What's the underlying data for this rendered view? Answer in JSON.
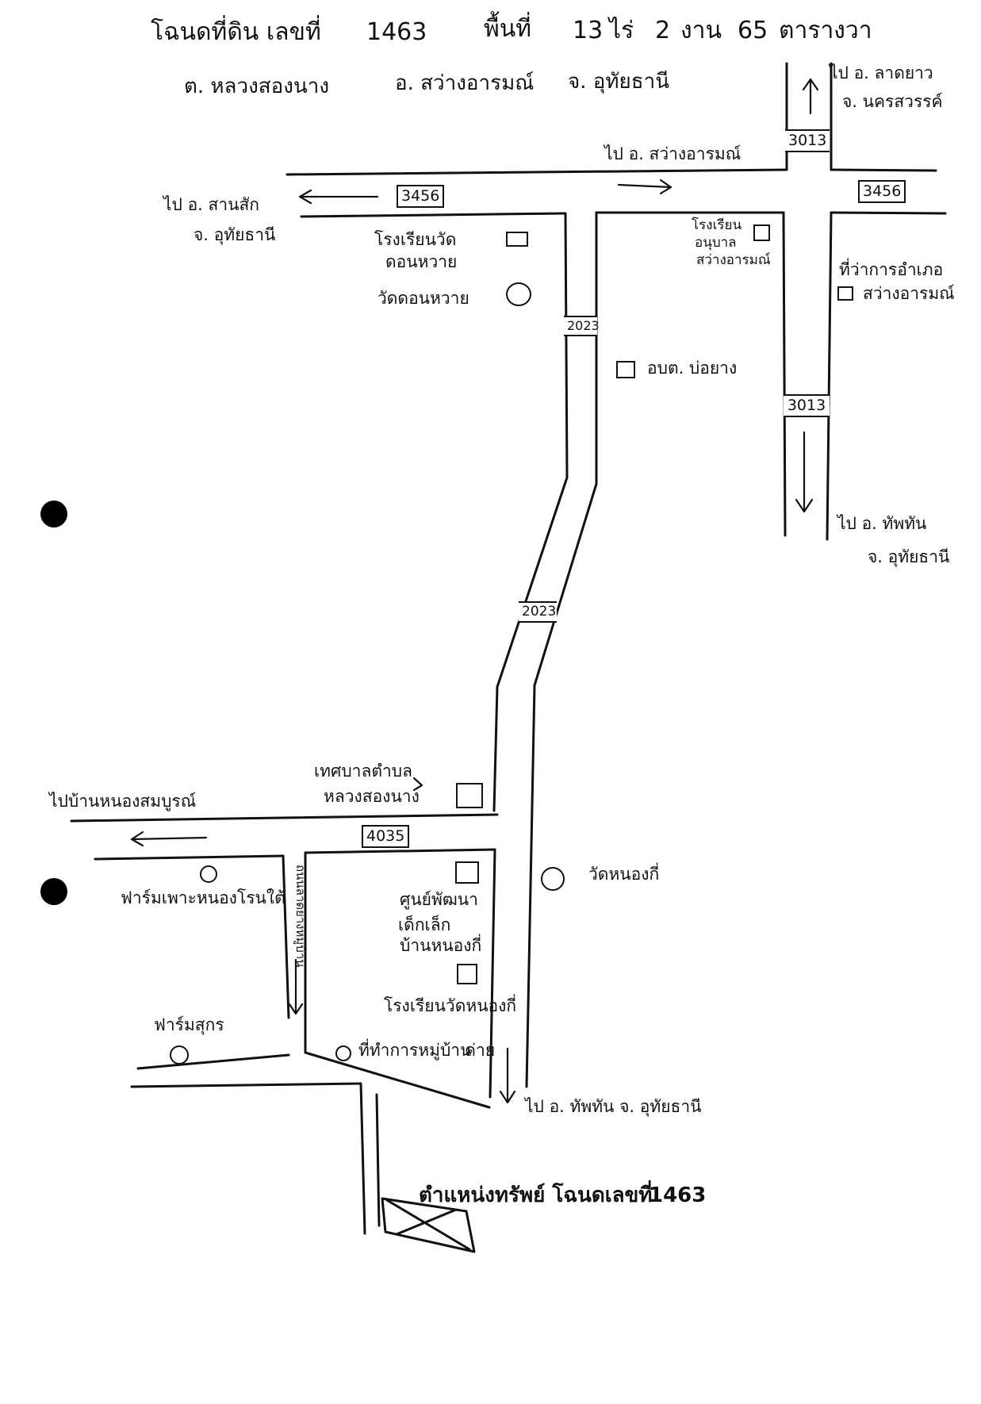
{
  "header": {
    "line1": {
      "deed_label": "โฉนดที่ดิน เลขที่",
      "deed_number": "1463",
      "area_label": "พื้นที่",
      "rai_value": "13",
      "rai_unit": "ไร่",
      "ngan_value": "2",
      "ngan_unit": "งาน",
      "wa_value": "65",
      "wa_unit": "ตารางวา"
    },
    "line2": {
      "subdistrict": "ต. หลวงสองนาง",
      "district": "อ. สว่างอารมณ์",
      "province": "จ. อุทัยธานี"
    }
  },
  "route_labels": {
    "r3456_west": "3456",
    "r3456_east": "3456",
    "r3013_north": "3013",
    "r3013_south": "3013",
    "r2023_north": "2023",
    "r2023_south": "2023",
    "r4035": "4035"
  },
  "directions": {
    "to_lat_yao_line1": "ไป อ. ลาดยาว",
    "to_lat_yao_line2": "จ. นครสวรรค์",
    "to_sawang_arom": "ไป อ. สว่างอารมณ์",
    "to_san_sak_line1": "ไป อ. สานสัก",
    "to_san_sak_line2": "จ. อุทัยธานี",
    "to_thap_than_east_line1": "ไป อ. ทัพทัน",
    "to_thap_than_east_line2": "จ. อุทัยธานี",
    "to_nong_sombun": "ไปบ้านหนองสมบูรณ์",
    "to_thap_than_south": "ไป อ. ทัพทัน  จ. อุทัยธานี"
  },
  "places": {
    "school_wat_don_wai_line1": "โรงเรียนวัด",
    "school_wat_don_wai_line2": "ดอนหวาย",
    "wat_don_wai": "วัดดอนหวาย",
    "kindergarten_line1": "โรงเรียน",
    "kindergarten_line2": "อนุบาล",
    "kindergarten_line3": "สว่างอารมณ์",
    "district_office_line1": "ที่ว่าการอำเภอ",
    "district_office_line2": "สว่างอารมณ์",
    "sao_bo_yang": "อบต. บ่อยาง",
    "municipality_line1": "เทศบาลตำบล",
    "municipality_line2": "หลวงสองนาง",
    "wat_nong_ko": "วัดหนองกี่",
    "child_center_line1": "ศูนย์พัฒนา",
    "child_center_line2": "เด็กเล็ก",
    "child_center_line3": "บ้านหนองกี่",
    "school_wat_nong_ko": "โรงเรียนวัดหนองกี่",
    "village_office": "ที่ทำการหมู่บ้าน",
    "village_office_suffix": "ค่าย",
    "farm_nong_ro": "ฟาร์มเพาะหนองโรนใต้",
    "pig_farm": "ฟาร์มสุกร",
    "side_road_name": "ถนนลาดยางหมู่บ้าน"
  },
  "property": {
    "label": "ตำแหน่งทรัพย์ โฉนดเลขที่",
    "deed_number": "1463"
  }
}
